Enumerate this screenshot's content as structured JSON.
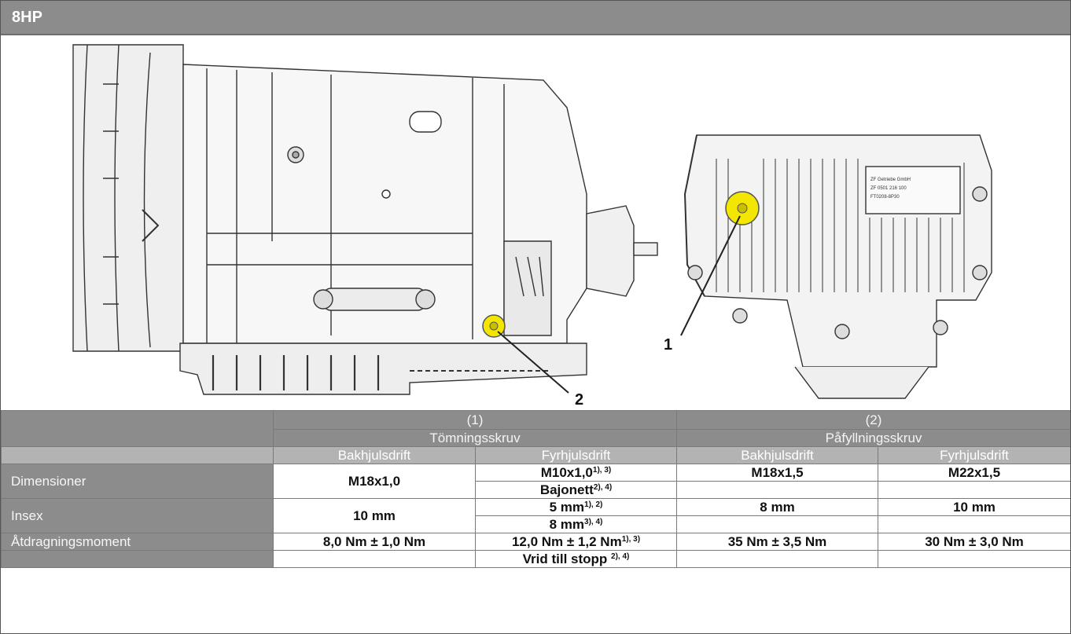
{
  "header": {
    "title": "8HP"
  },
  "figure": {
    "callouts": [
      "1",
      "2"
    ],
    "pan_label_lines": [
      "ZF Getriebe GmbH",
      "ZF 0501 216 100",
      "FT0208-8P30"
    ],
    "colors": {
      "plug": "#f3e600",
      "line": "#222222"
    }
  },
  "table": {
    "col1": {
      "number": "(1)",
      "name": "Tömningsskruv"
    },
    "col2": {
      "number": "(2)",
      "name": "Påfyllningsskruv"
    },
    "sub": {
      "rwd1": "Bakhjulsdrift",
      "awd1": "Fyrhjulsdrift",
      "rwd2": "Bakhjulsdrift",
      "awd2": "Fyrhjulsdrift"
    },
    "rows": {
      "dim": {
        "label": "Dimensioner",
        "rwd1": "M18x1,0",
        "awd1a": "M10x1,0",
        "awd1a_sup": "1), 3)",
        "awd1b": "Bajonett",
        "awd1b_sup": "2), 4)",
        "rwd2": "M18x1,5",
        "awd2": "M22x1,5"
      },
      "insex": {
        "label": "Insex",
        "rwd1": "10 mm",
        "awd1a": "5 mm",
        "awd1a_sup": "1), 2)",
        "awd1b": "8 mm",
        "awd1b_sup": "3), 4)",
        "rwd2": "8 mm",
        "awd2": "10 mm"
      },
      "torque": {
        "label": "Åtdragningsmoment",
        "rwd1": "8,0 Nm ± 1,0 Nm",
        "awd1a": "12,0 Nm ± 1,2 Nm",
        "awd1a_sup": "1), 3)",
        "awd1b": "Vrid till stopp ",
        "awd1b_sup": "2), 4)",
        "rwd2": "35 Nm ± 3,5 Nm",
        "awd2": "30 Nm ± 3,0 Nm"
      }
    }
  }
}
